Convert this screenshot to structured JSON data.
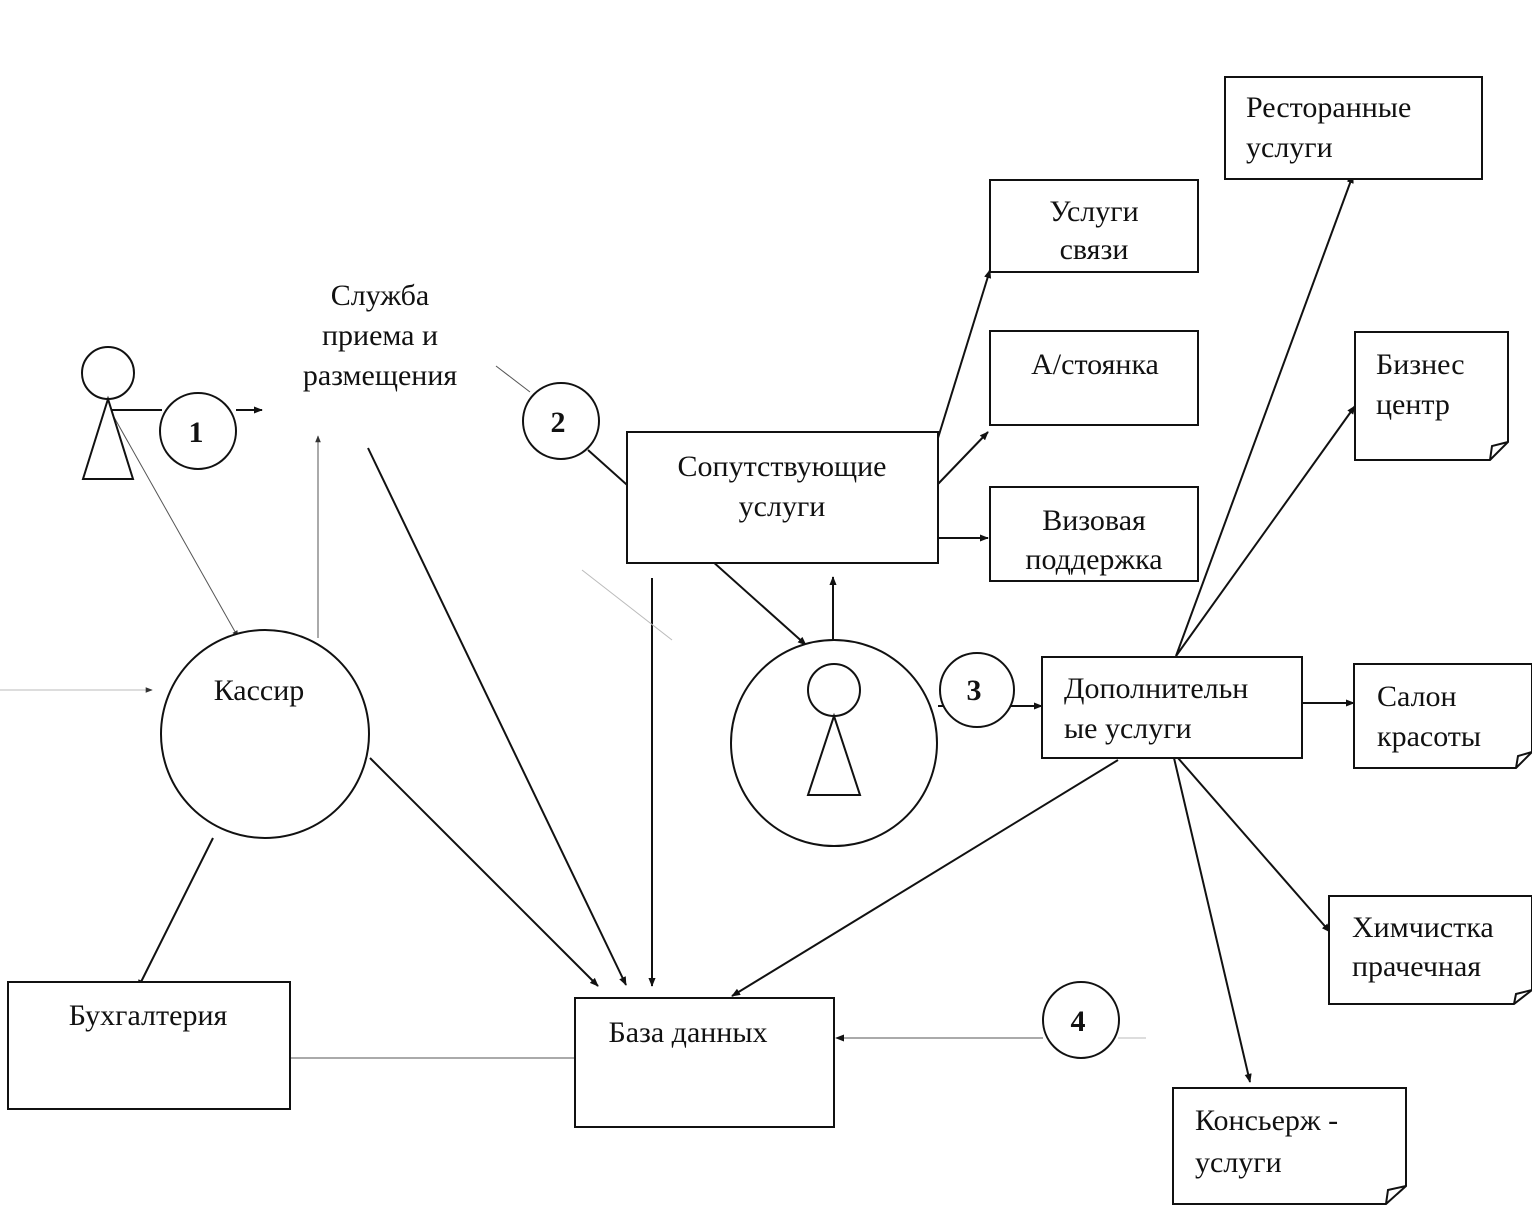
{
  "nodes": {
    "reception": [
      "Служба",
      "приема и",
      "размещения"
    ],
    "cashier": "Кассир",
    "accounting": "Бухгалтерия",
    "database": "База данных",
    "related_services": [
      "Сопутствующие",
      "услуги"
    ],
    "communication": [
      "Услуги",
      "связи"
    ],
    "parking": "А/стоянка",
    "visa": [
      "Визовая",
      "поддержка"
    ],
    "restaurant": [
      "Ресторанные",
      "услуги"
    ],
    "business_center": [
      "Бизнес",
      "центр"
    ],
    "additional_services": [
      "Дополнительн",
      "ые услуги"
    ],
    "beauty_salon": [
      "Салон",
      "красоты"
    ],
    "dry_cleaning": [
      "Химчистка",
      "прачечная"
    ],
    "concierge": [
      "Консьерж -",
      "услуги"
    ]
  },
  "markers": [
    "1",
    "2",
    "3",
    "4"
  ]
}
